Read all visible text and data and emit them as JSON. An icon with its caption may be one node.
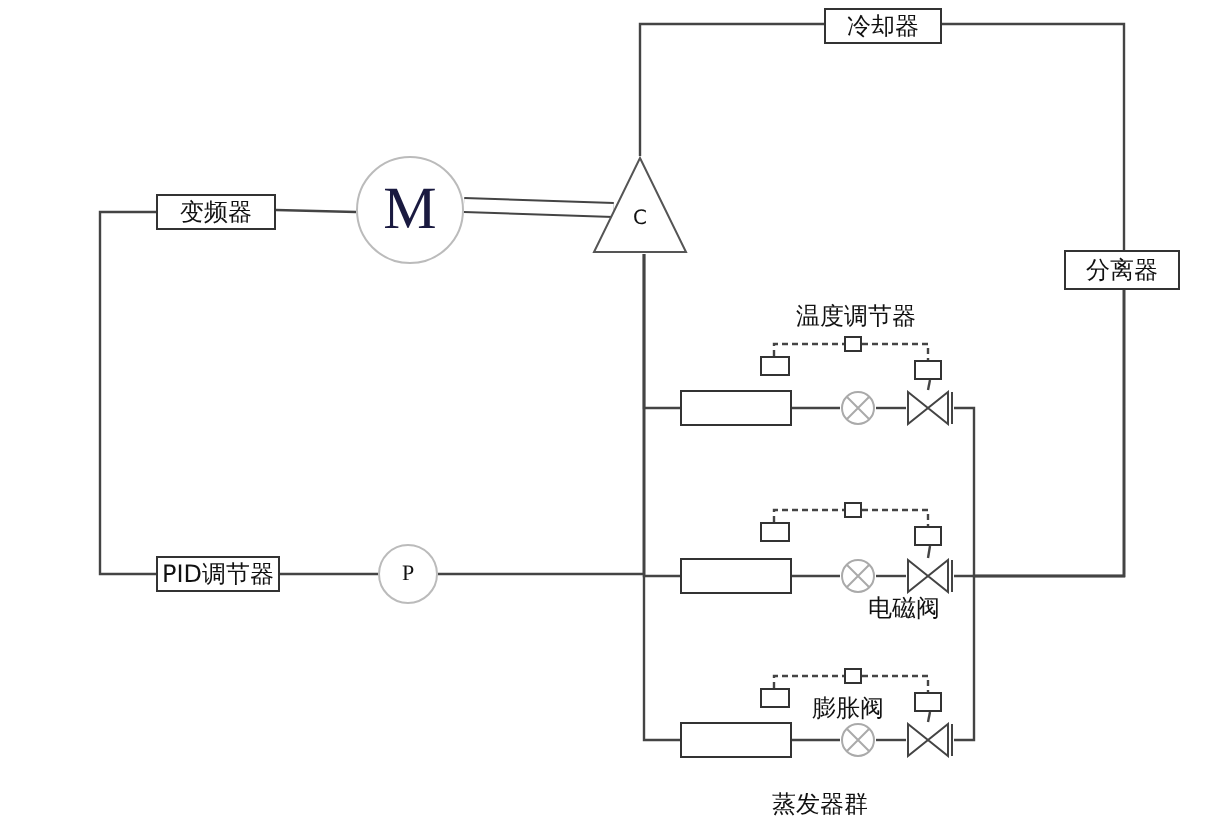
{
  "diagram": {
    "nodes": [
      {
        "text": [
          "冷却器"
        ]
      },
      {
        "text": [
          "变频器"
        ]
      },
      {
        "text": [
          "M"
        ]
      },
      {
        "text": [
          "C"
        ]
      },
      {
        "text": [
          "分离器"
        ]
      },
      {
        "text": [
          "PID调节器"
        ]
      },
      {
        "text": [
          "P"
        ]
      },
      {
        "text": [],
        "shape": "box"
      },
      {
        "text": [],
        "shape": "circle"
      },
      {
        "text": [],
        "shape": "valve"
      },
      {
        "text": [],
        "shape": "box"
      },
      {
        "text": [],
        "shape": "box"
      },
      {
        "text": [],
        "shape": "box"
      },
      {
        "text": [],
        "shape": "box"
      },
      {
        "text": [],
        "shape": "circle"
      },
      {
        "text": [],
        "shape": "valve"
      },
      {
        "text": [],
        "shape": "box"
      },
      {
        "text": [],
        "shape": "box"
      },
      {
        "text": [],
        "shape": "box"
      },
      {
        "text": [],
        "shape": "box"
      },
      {
        "text": [],
        "shape": "circle"
      },
      {
        "text": [],
        "shape": "valve"
      },
      {
        "text": [],
        "shape": "box"
      },
      {
        "text": [],
        "shape": "box"
      },
      {
        "text": [],
        "shape": "box"
      }
    ],
    "edges": [
      {
        "from": 5,
        "to": 1,
        "arrow": "none"
      },
      {
        "from": 1,
        "to": 2,
        "arrow": "none"
      },
      {
        "from": 2,
        "to": 3,
        "arrow": "none",
        "style": "thick"
      },
      {
        "from": 3,
        "to": 0,
        "arrow": "none"
      },
      {
        "from": 0,
        "to": 4,
        "arrow": "none"
      },
      {
        "from": 5,
        "to": 6,
        "arrow": "none"
      },
      {
        "from": 6,
        "to": 3,
        "arrow": "none"
      },
      {
        "from": 3,
        "to": 7,
        "arrow": "none"
      },
      {
        "from": 3,
        "to": 13,
        "arrow": "none"
      },
      {
        "from": 3,
        "to": 19,
        "arrow": "none"
      },
      {
        "from": 7,
        "to": 8,
        "arrow": "none"
      },
      {
        "from": 8,
        "to": 9,
        "arrow": "none"
      },
      {
        "from": 9,
        "to": 4,
        "arrow": "none"
      },
      {
        "from": 10,
        "to": 11,
        "arrow": "none",
        "style": "dashed"
      },
      {
        "from": 11,
        "to": 12,
        "arrow": "none",
        "style": "dashed"
      },
      {
        "from": 12,
        "to": 9,
        "arrow": "none"
      },
      {
        "from": 13,
        "to": 14,
        "arrow": "none"
      },
      {
        "from": 14,
        "to": 15,
        "arrow": "none"
      },
      {
        "from": 15,
        "to": 4,
        "arrow": "none"
      },
      {
        "from": 16,
        "to": 17,
        "arrow": "none",
        "style": "dashed"
      },
      {
        "from": 17,
        "to": 18,
        "arrow": "none",
        "style": "dashed"
      },
      {
        "from": 18,
        "to": 15,
        "arrow": "none"
      },
      {
        "from": 19,
        "to": 20,
        "arrow": "none"
      },
      {
        "from": 20,
        "to": 21,
        "arrow": "none"
      },
      {
        "from": 21,
        "to": 4,
        "arrow": "none"
      },
      {
        "from": 22,
        "to": 23,
        "arrow": "none",
        "style": "dashed"
      },
      {
        "from": 23,
        "to": 24,
        "arrow": "none",
        "style": "dashed"
      },
      {
        "from": 24,
        "to": 21,
        "arrow": "none"
      }
    ],
    "labels": [
      "温度调节器",
      "电磁阀",
      "膨胀阀",
      "蒸发器群"
    ]
  }
}
